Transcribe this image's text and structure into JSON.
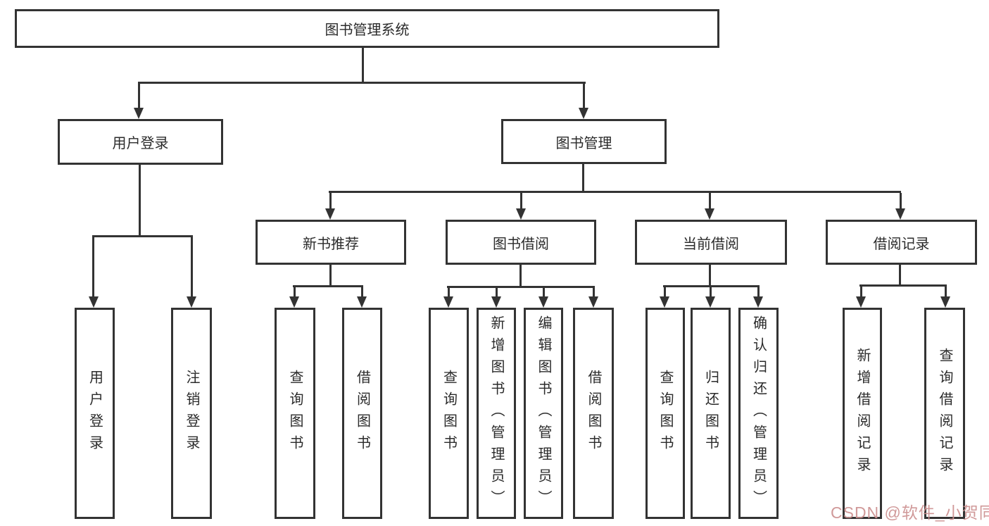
{
  "diagram": {
    "type": "tree",
    "root": {
      "label": "图书管理系统"
    },
    "branches": [
      {
        "label": "用户登录",
        "leaves": [
          {
            "label": "用户登录"
          },
          {
            "label": "注销登录"
          }
        ]
      },
      {
        "label": "图书管理",
        "groups": [
          {
            "label": "新书推荐",
            "leaves": [
              {
                "label": "查询图书"
              },
              {
                "label": "借阅图书"
              }
            ]
          },
          {
            "label": "图书借阅",
            "leaves": [
              {
                "label": "查询图书"
              },
              {
                "label": "新增图书（管理员）"
              },
              {
                "label": "编辑图书（管理员）"
              },
              {
                "label": "借阅图书"
              }
            ]
          },
          {
            "label": "当前借阅",
            "leaves": [
              {
                "label": "查询图书"
              },
              {
                "label": "归还图书"
              },
              {
                "label": "确认归还（管理员）"
              }
            ]
          },
          {
            "label": "借阅记录",
            "leaves": [
              {
                "label": "新增借阅记录"
              },
              {
                "label": "查询借阅记录"
              }
            ]
          }
        ]
      }
    ]
  },
  "watermark": {
    "text": "CSDN @软件_小贺同学",
    "color": "#cc8f8f"
  },
  "colors": {
    "line": "#333333",
    "text": "#2b2b2b",
    "background": "#ffffff"
  }
}
